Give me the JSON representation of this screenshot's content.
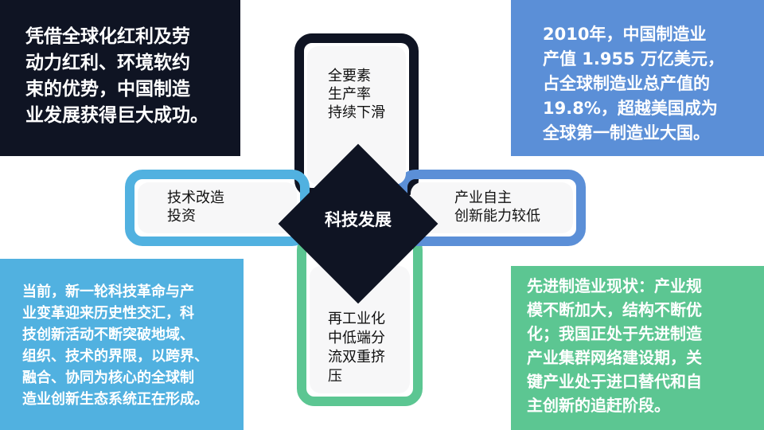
{
  "center": {
    "label": "科技发展"
  },
  "corners": {
    "top_left": "凭借全球化红利及劳\n动力红利、环境软约\n束的优势，中国制造\n业发展获得巨大成功。",
    "top_right": "2010年，中国制造业\n产值 1.955 万亿美元，\n占全球制造业总产值的\n19.8%，超越美国成为\n全球第一制造业大国。",
    "bottom_left": "当前，新一轮科技革命与产\n业变革迎来历史性交汇，科\n技创新活动不断突破地域、\n组织、技术的界限，以跨界、\n融合、协同为核心的全球制\n造业创新生态系统正在形成。",
    "bottom_right": "先进制造业现状：产业规\n模不断加大，结构不断优\n化；我国正处于先进制造\n产业集群网络建设期，关\n键产业处于进口替代和自\n主创新的追赶阶段。"
  },
  "arms": {
    "top": "全要素\n生产率\n持续下滑",
    "left": "技术改造\n投资",
    "right": "产业自主\n创新能力较低",
    "bottom": "再工业化\n中低端分\n流双重挤\n压"
  },
  "colors": {
    "dark_navy": "#0f1423",
    "blue": "#5b8fd7",
    "sky_blue": "#51b1e0",
    "green": "#5cc692"
  }
}
